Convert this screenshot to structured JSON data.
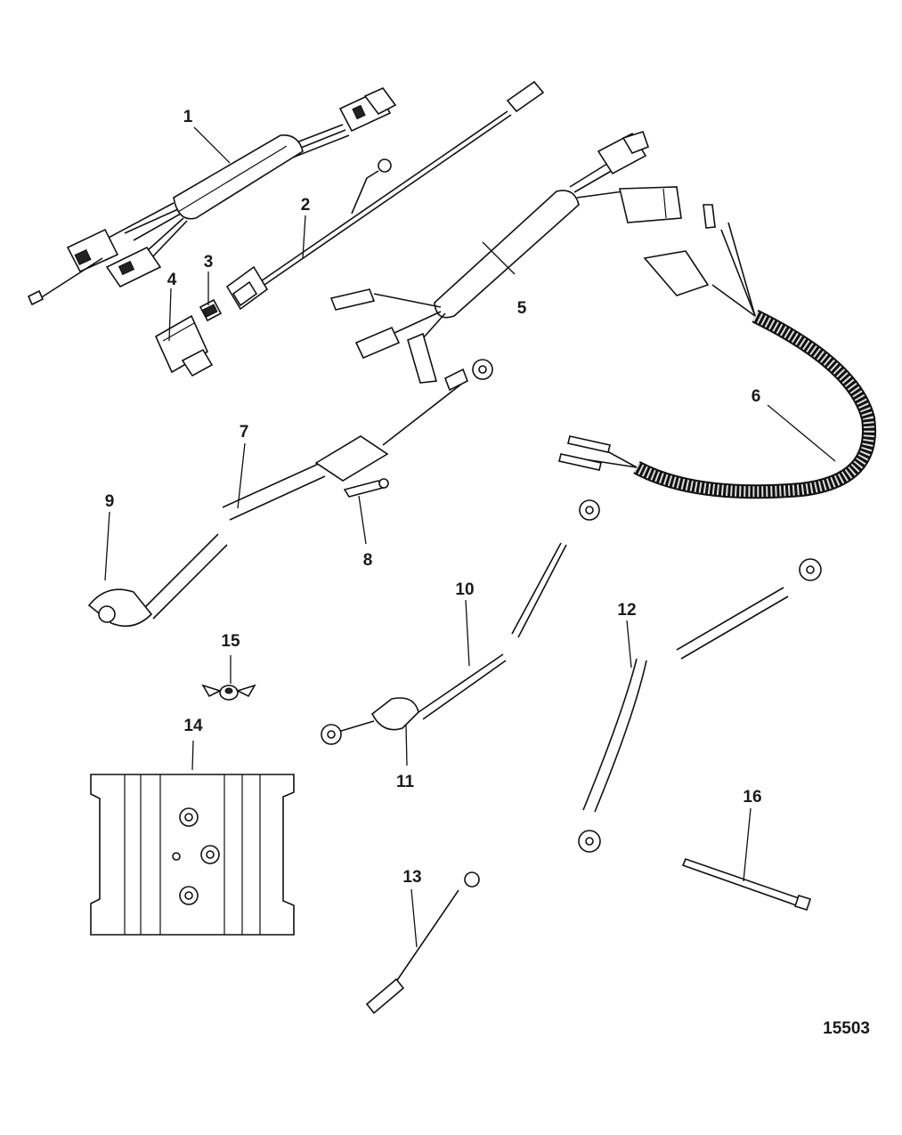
{
  "callouts": [
    {
      "id": "1",
      "label": "1"
    },
    {
      "id": "2",
      "label": "2"
    },
    {
      "id": "3",
      "label": "3"
    },
    {
      "id": "4",
      "label": "4"
    },
    {
      "id": "5",
      "label": "5"
    },
    {
      "id": "6",
      "label": "6"
    },
    {
      "id": "7",
      "label": "7"
    },
    {
      "id": "8",
      "label": "8"
    },
    {
      "id": "9",
      "label": "9"
    },
    {
      "id": "10",
      "label": "10"
    },
    {
      "id": "11",
      "label": "11"
    },
    {
      "id": "12",
      "label": "12"
    },
    {
      "id": "13",
      "label": "13"
    },
    {
      "id": "14",
      "label": "14"
    },
    {
      "id": "15",
      "label": "15"
    },
    {
      "id": "16",
      "label": "16"
    }
  ],
  "drawing_number": "15503"
}
